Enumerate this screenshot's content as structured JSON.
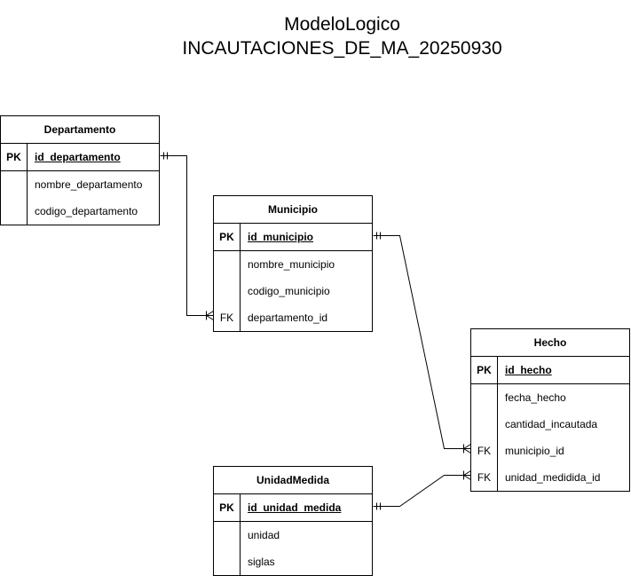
{
  "diagram": {
    "title_line1": "ModeloLogico",
    "title_line2": "INCAUTACIONES_DE_MA_20250930"
  },
  "entities": {
    "departamento": {
      "name": "Departamento",
      "pk": {
        "key": "PK",
        "attr": "id_departamento"
      },
      "rows": [
        {
          "key": "",
          "attr": "nombre_departamento"
        },
        {
          "key": "",
          "attr": "codigo_departamento"
        }
      ]
    },
    "municipio": {
      "name": "Municipio",
      "pk": {
        "key": "PK",
        "attr": "id_municipio"
      },
      "rows": [
        {
          "key": "",
          "attr": "nombre_municipio"
        },
        {
          "key": "",
          "attr": "codigo_municipio"
        },
        {
          "key": "FK",
          "attr": "departamento_id"
        }
      ]
    },
    "hecho": {
      "name": "Hecho",
      "pk": {
        "key": "PK",
        "attr": "id_hecho"
      },
      "rows": [
        {
          "key": "",
          "attr": "fecha_hecho"
        },
        {
          "key": "",
          "attr": "cantidad_incautada"
        },
        {
          "key": "FK",
          "attr": "municipio_id"
        },
        {
          "key": "FK",
          "attr": "unidad_medidida_id"
        }
      ]
    },
    "unidad_medida": {
      "name": "UnidadMedida",
      "pk": {
        "key": "PK",
        "attr": "id_unidad_medida"
      },
      "rows": [
        {
          "key": "",
          "attr": "unidad"
        },
        {
          "key": "",
          "attr": "siglas"
        }
      ]
    }
  },
  "relationships": [
    {
      "from": "departamento.id_departamento",
      "to": "municipio.departamento_id",
      "from_cardinality": "one-mandatory",
      "to_cardinality": "one-or-many"
    },
    {
      "from": "municipio.id_municipio",
      "to": "hecho.municipio_id",
      "from_cardinality": "one-mandatory",
      "to_cardinality": "one-or-many"
    },
    {
      "from": "unidad_medida.id_unidad_medida",
      "to": "hecho.unidad_medidida_id",
      "from_cardinality": "one-mandatory",
      "to_cardinality": "one-or-many"
    }
  ]
}
